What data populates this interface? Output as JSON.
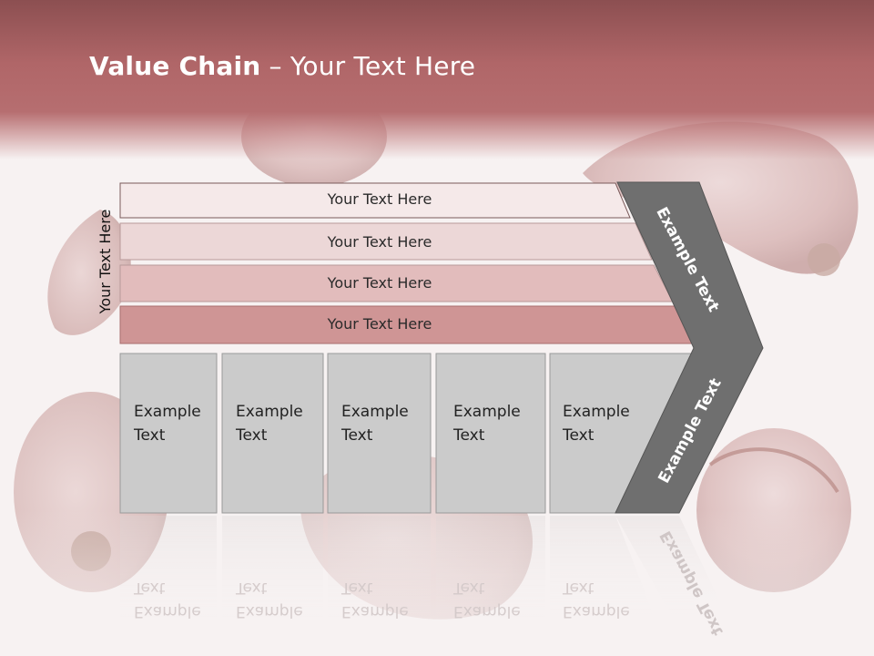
{
  "slide": {
    "title_bold": "Value Chain",
    "title_rest": " – Your Text Here",
    "side_label": "Your Text Here"
  },
  "bars": [
    {
      "label": "Your Text Here",
      "fill": "#f5e9e9"
    },
    {
      "label": "Your Text Here",
      "fill": "#ecd7d7"
    },
    {
      "label": "Your Text Here",
      "fill": "#e2bcbc"
    },
    {
      "label": "Your Text Here",
      "fill": "#cf9595"
    }
  ],
  "boxes": [
    {
      "line1": "Example",
      "line2": "Text"
    },
    {
      "line1": "Example",
      "line2": "Text"
    },
    {
      "line1": "Example",
      "line2": "Text"
    },
    {
      "line1": "Example",
      "line2": "Text"
    },
    {
      "line1": "Example",
      "line2": "Text"
    }
  ],
  "chevron": {
    "upper_label": "Example Text",
    "lower_label": "Example Text",
    "color": "#6f6f6f"
  },
  "colors": {
    "header": "#b06668",
    "box_fill": "#cbcbcb",
    "box_border": "#9a9a9a"
  }
}
